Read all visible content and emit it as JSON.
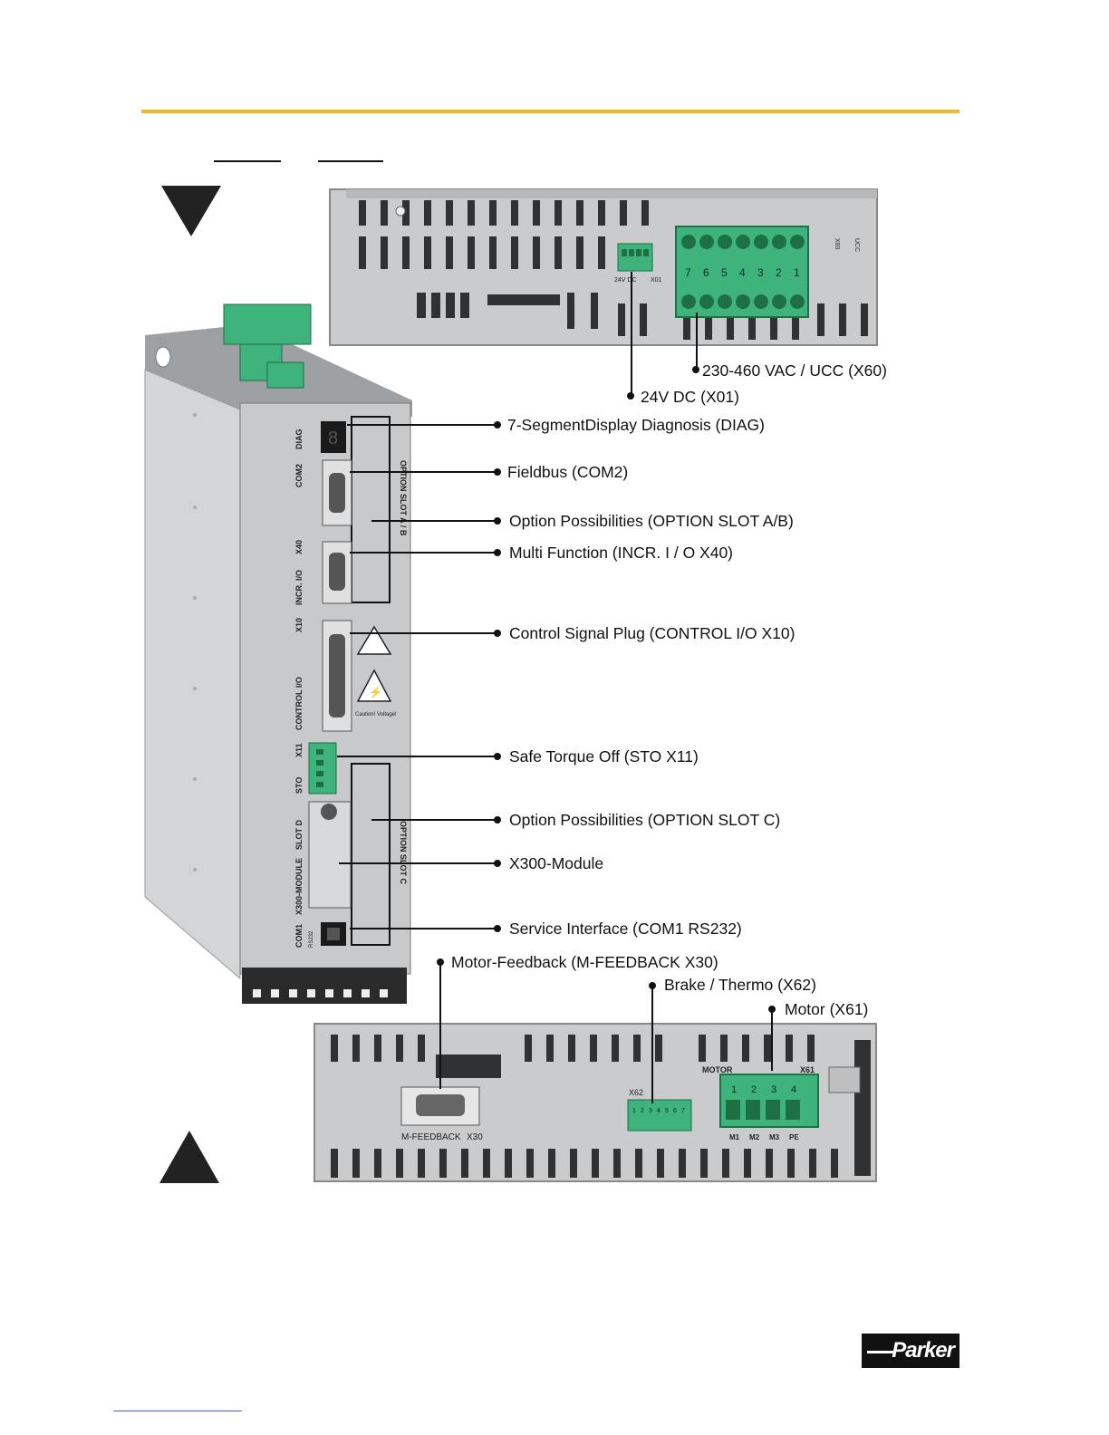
{
  "callouts": {
    "x60": "230-460 VAC / UCC (X60)",
    "x01": "24V DC (X01)",
    "diag": "7-SegmentDisplay Diagnosis (DIAG)",
    "com2": "Fieldbus (COM2)",
    "slot_ab": "Option Possibilities (OPTION SLOT A/B)",
    "x40": "Multi Function (INCR. I / O X40)",
    "x10": "Control Signal Plug (CONTROL I/O X10)",
    "x11": "Safe Torque Off (STO X11)",
    "slot_c": "Option Possibilities (OPTION SLOT C)",
    "x300": "X300-Module",
    "com1": "Service Interface (COM1 RS232)",
    "x30": "Motor-Feedback (M-FEEDBACK X30)",
    "x62": "Brake / Thermo (X62)",
    "x61": "Motor (X61)"
  },
  "device_labels": {
    "diag": "DIAG",
    "com2": "COM2",
    "x40": "X40",
    "incr_io": "INCR. I/O",
    "x10": "X10",
    "control_io": "CONTROL I/O",
    "x11": "X11",
    "sto": "STO",
    "slot_d": "SLOT D",
    "x300_module": "X300-MODULE",
    "com1": "COM1",
    "rs232": "RS232",
    "option_slot_ab": "OPTION SLOT A / B",
    "option_slot_c": "OPTION SLOT C",
    "caution": "Caution! Voltage!",
    "top_24v": "24V DC",
    "top_x01": "X01",
    "top_x60": "X60",
    "top_ucc": "UCC",
    "top_pins": [
      "7",
      "6",
      "5",
      "4",
      "3",
      "2",
      "1"
    ],
    "m_feedback": "M-FEEDBACK",
    "x30": "X30",
    "x62": "X62",
    "x62_pins": [
      "1",
      "2",
      "3",
      "4",
      "5",
      "6",
      "7"
    ],
    "motor": "MOTOR",
    "x61": "X61",
    "x61_pins": [
      "1",
      "2",
      "3",
      "4"
    ],
    "x61_bottom": [
      "M1",
      "M2",
      "M3",
      "PE"
    ]
  },
  "logo": {
    "text": "Parker"
  },
  "colors": {
    "accent_line": "#f0b92d",
    "connector_green": "#3fb37c",
    "chassis": "#c9cbcd"
  }
}
